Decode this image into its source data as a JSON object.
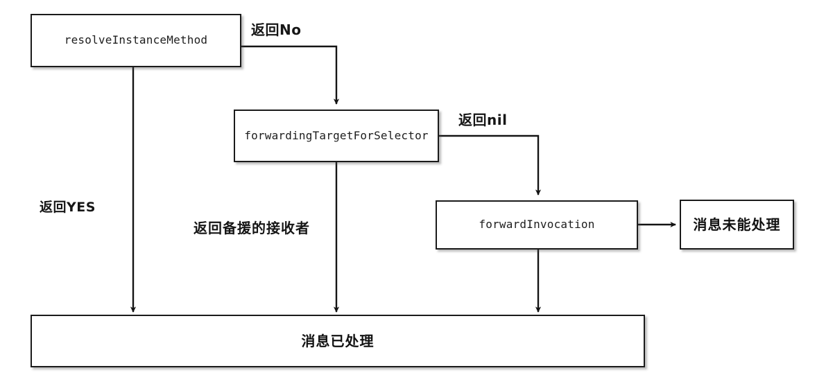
{
  "diagram": {
    "title": "Objective-C message forwarding flow",
    "stroke_color": "#1a1a1a",
    "background_color": "#ffffff",
    "nodes": [
      {
        "id": "resolveInstanceMethod",
        "label": "resolveInstanceMethod",
        "script": "latin"
      },
      {
        "id": "forwardingTargetForSelector",
        "label": "forwardingTargetForSelector",
        "script": "latin"
      },
      {
        "id": "forwardInvocation",
        "label": "forwardInvocation",
        "script": "latin"
      },
      {
        "id": "messageUnhandled",
        "label": "消息未能处理",
        "script": "cjk"
      },
      {
        "id": "messageHandled",
        "label": "消息已处理",
        "script": "cjk"
      }
    ],
    "edge_labels": {
      "return_no": "返回No",
      "return_nil": "返回nil",
      "return_yes": "返回YES",
      "return_backup_receiver": "返回备援的接收者"
    },
    "edges": [
      {
        "from": "resolveInstanceMethod",
        "to": "forwardingTargetForSelector",
        "label": "返回No"
      },
      {
        "from": "forwardingTargetForSelector",
        "to": "forwardInvocation",
        "label": "返回nil"
      },
      {
        "from": "resolveInstanceMethod",
        "to": "messageHandled",
        "label": "返回YES"
      },
      {
        "from": "forwardingTargetForSelector",
        "to": "messageHandled",
        "label": "返回备援的接收者"
      },
      {
        "from": "forwardInvocation",
        "to": "messageHandled",
        "label": ""
      },
      {
        "from": "forwardInvocation",
        "to": "messageUnhandled",
        "label": ""
      }
    ]
  }
}
